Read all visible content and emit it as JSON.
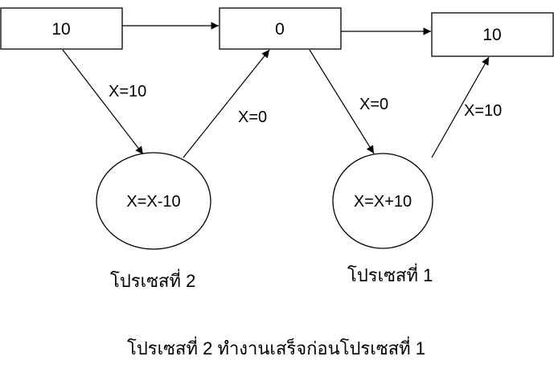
{
  "boxes": {
    "left": "10",
    "middle": "0",
    "right": "10"
  },
  "edges": {
    "left_to_p2": "X=10",
    "p2_to_middle": "X=0",
    "middle_to_p1": "X=0",
    "p1_to_right": "X=10"
  },
  "processes": {
    "p2": {
      "operation": "X=X-10",
      "caption": "โปรเซสที่ 2"
    },
    "p1": {
      "operation": "X=X+10",
      "caption": "โปรเซสที่ 1"
    }
  },
  "footer": "โปรเซสที่ 2 ทำงานเสร็จก่อนโปรเซสที่ 1"
}
